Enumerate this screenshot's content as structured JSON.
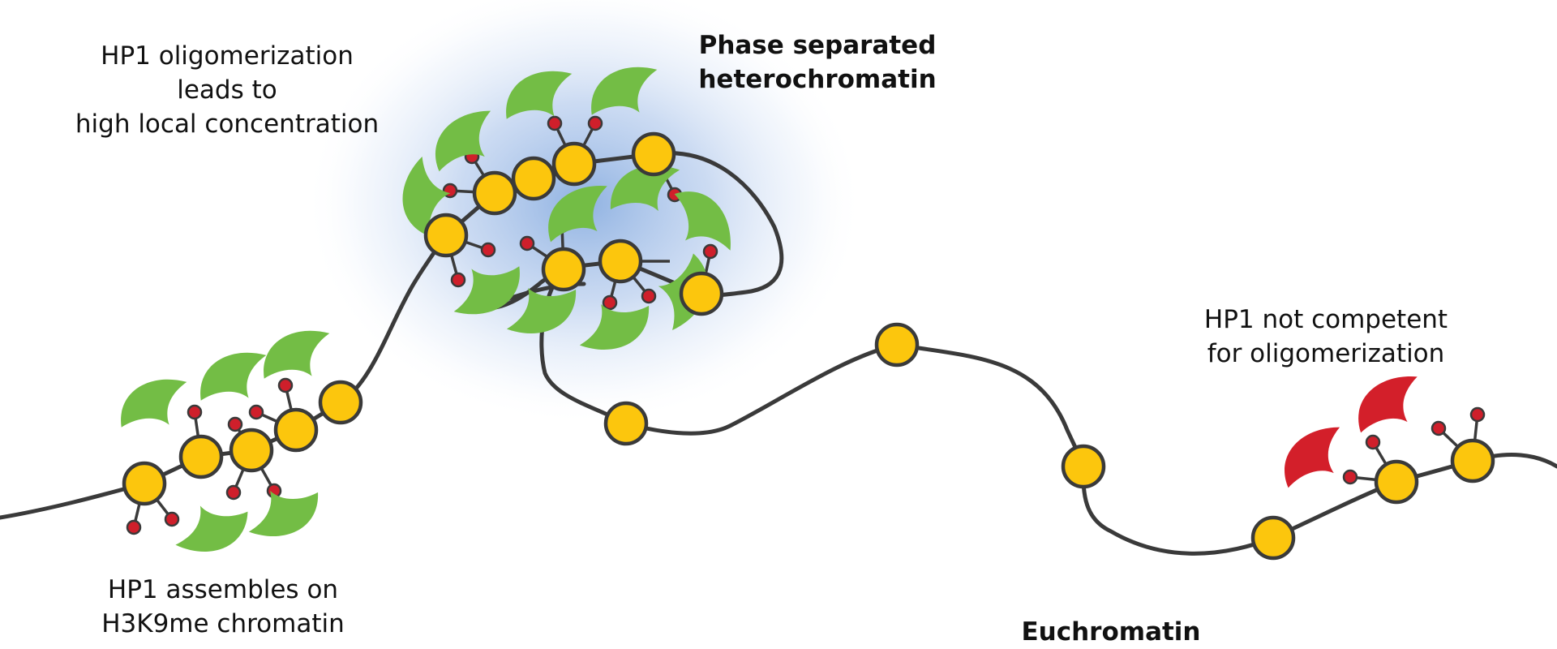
{
  "labels": {
    "oligomerization": [
      "HP1 oligomerization",
      "leads to",
      "high local concentration"
    ],
    "phase": [
      "Phase separated",
      "heterochromatin"
    ],
    "assembles": [
      "HP1 assembles on",
      "H3K9me chromatin"
    ],
    "not_competent": [
      "HP1 not competent",
      "for oligomerization"
    ],
    "euchromatin": "Euchromatin"
  },
  "colors": {
    "nucleosome": "#fcc60d",
    "outline": "#3a3a3a",
    "hp1_active": "#73bd45",
    "hp1_inactive": "#d31f2a",
    "methyl_mark": "#cf1f2b",
    "condensate_glow": "#8aaee0"
  },
  "icons": {
    "nucleosome": "nucleosome-icon",
    "hp1_active": "hp1-protein-icon",
    "hp1_inactive": "inactive-hp1-icon",
    "methyl_mark": "methyl-mark-icon"
  }
}
